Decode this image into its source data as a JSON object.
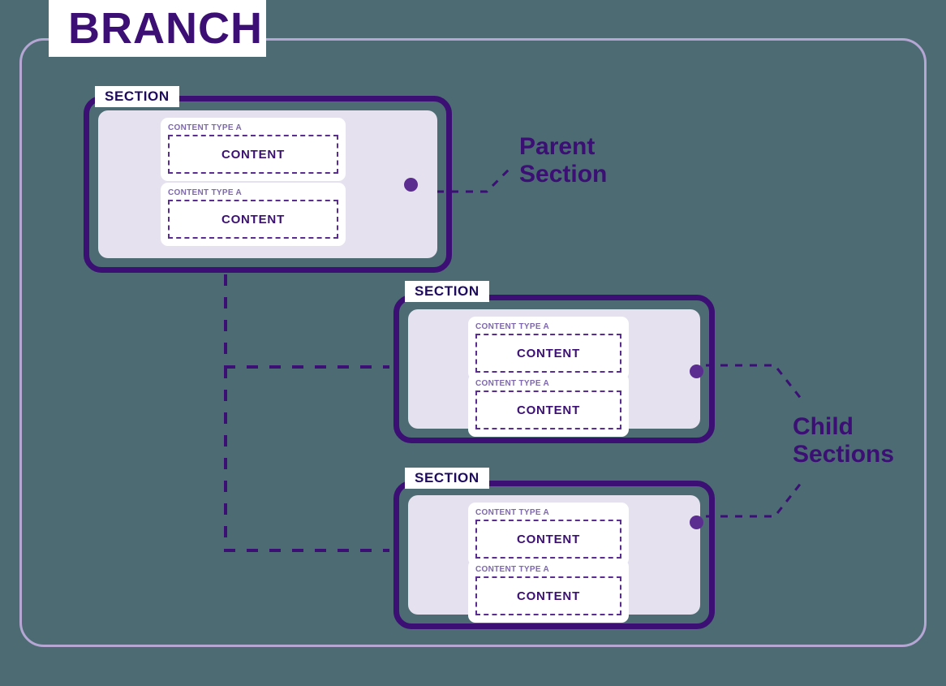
{
  "branch": {
    "title": "BRANCH",
    "border_color": "#b5a6d4",
    "background_color": "#4c6b72"
  },
  "theme": {
    "dark_purple": "#3b0f74",
    "mid_purple": "#5b2d91",
    "muted_purple": "#7e68ad",
    "panel_fill": "#e5e1ef",
    "card_fill": "#ffffff",
    "canvas": "#4c6b72"
  },
  "annotations": [
    {
      "id": "parent",
      "text": "Parent\nSection"
    },
    {
      "id": "child",
      "text": "Child\nSections"
    }
  ],
  "sections": [
    {
      "id": "parent-section",
      "label": "SECTION",
      "role": "parent",
      "cards": [
        {
          "label": "CONTENT TYPE A",
          "content": "CONTENT"
        },
        {
          "label": "CONTENT TYPE A",
          "content": "CONTENT"
        }
      ]
    },
    {
      "id": "child-section-1",
      "label": "SECTION",
      "role": "child",
      "cards": [
        {
          "label": "CONTENT TYPE A",
          "content": "CONTENT"
        },
        {
          "label": "CONTENT TYPE A",
          "content": "CONTENT"
        }
      ]
    },
    {
      "id": "child-section-2",
      "label": "SECTION",
      "role": "child",
      "cards": [
        {
          "label": "CONTENT TYPE A",
          "content": "CONTENT"
        },
        {
          "label": "CONTENT TYPE A",
          "content": "CONTENT"
        }
      ]
    }
  ]
}
